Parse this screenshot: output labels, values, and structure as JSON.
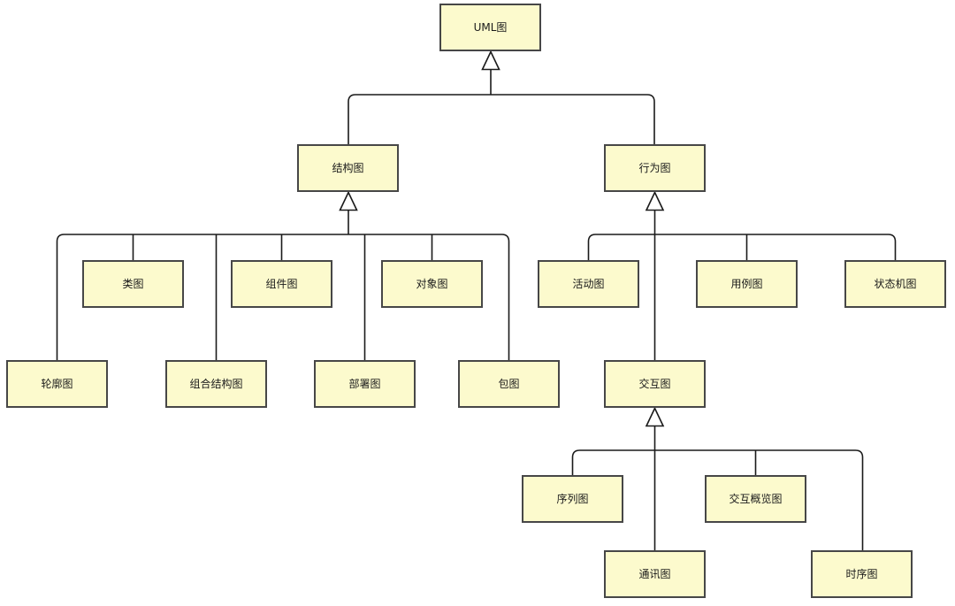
{
  "diagram": {
    "kind": "uml-taxonomy-tree",
    "relation": {
      "type": "generalization",
      "arrowhead": "hollow-triangle",
      "direction": "child-to-parent"
    }
  },
  "colors": {
    "node_fill": "#FCFACD",
    "node_border": "#474747",
    "edge": "#1A1A1A",
    "bg": "#FFFFFF"
  },
  "nodes": {
    "uml": {
      "label": "UML图"
    },
    "structure": {
      "label": "结构图"
    },
    "behavior": {
      "label": "行为图"
    },
    "class": {
      "label": "类图"
    },
    "component": {
      "label": "组件图"
    },
    "object": {
      "label": "对象图"
    },
    "activity": {
      "label": "活动图"
    },
    "use_case": {
      "label": "用例图"
    },
    "state_machine": {
      "label": "状态机图"
    },
    "profile": {
      "label": "轮廓图"
    },
    "composite_structure": {
      "label": "组合结构图"
    },
    "deployment": {
      "label": "部署图"
    },
    "package": {
      "label": "包图"
    },
    "interaction": {
      "label": "交互图"
    },
    "sequence": {
      "label": "序列图"
    },
    "interaction_overview": {
      "label": "交互概览图"
    },
    "communication": {
      "label": "通讯图"
    },
    "timing": {
      "label": "时序图"
    }
  },
  "edges": [
    {
      "from": "结构图",
      "to": "UML图"
    },
    {
      "from": "行为图",
      "to": "UML图"
    },
    {
      "from": "类图",
      "to": "结构图"
    },
    {
      "from": "组件图",
      "to": "结构图"
    },
    {
      "from": "对象图",
      "to": "结构图"
    },
    {
      "from": "轮廓图",
      "to": "结构图"
    },
    {
      "from": "组合结构图",
      "to": "结构图"
    },
    {
      "from": "部署图",
      "to": "结构图"
    },
    {
      "from": "包图",
      "to": "结构图"
    },
    {
      "from": "活动图",
      "to": "行为图"
    },
    {
      "from": "用例图",
      "to": "行为图"
    },
    {
      "from": "状态机图",
      "to": "行为图"
    },
    {
      "from": "交互图",
      "to": "行为图"
    },
    {
      "from": "序列图",
      "to": "交互图"
    },
    {
      "from": "交互概览图",
      "to": "交互图"
    },
    {
      "from": "通讯图",
      "to": "交互图"
    },
    {
      "from": "时序图",
      "to": "交互图"
    }
  ]
}
